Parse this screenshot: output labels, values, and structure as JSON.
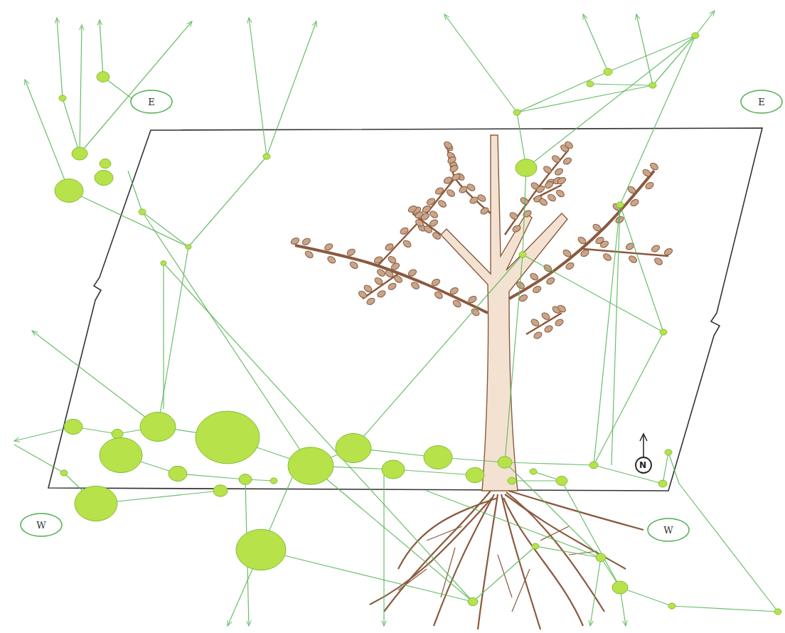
{
  "diagram": {
    "nodes": [
      {
        "text": [
          "E"
        ]
      },
      {
        "text": [
          "E"
        ]
      },
      {
        "text": [
          "W"
        ]
      },
      {
        "text": [
          "W"
        ]
      }
    ],
    "labels": [
      "N"
    ]
  }
}
